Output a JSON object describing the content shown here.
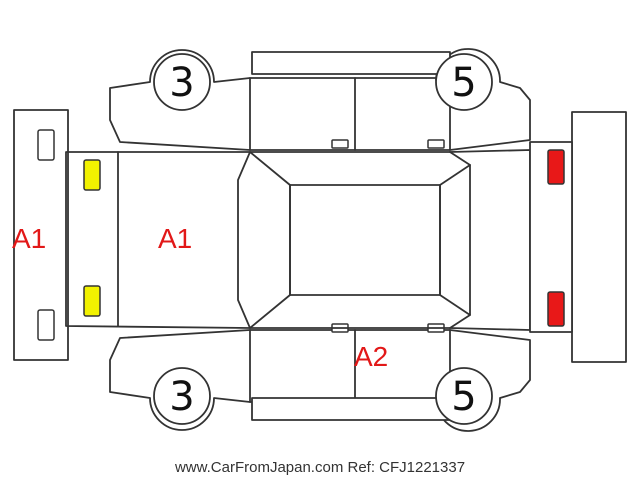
{
  "labels": {
    "front_bumper": "A1",
    "hood": "A1",
    "right_rear_door": "A2"
  },
  "wheels": {
    "front_left": "3",
    "rear_left": "5",
    "front_right": "3",
    "rear_right": "5"
  },
  "watermark": "www.CarFromJapan.com Ref: CFJ1221337",
  "colors": {
    "damage_text": "#e21818",
    "headlight": "#f2f200",
    "taillight": "#e81818",
    "outline": "#333333"
  }
}
